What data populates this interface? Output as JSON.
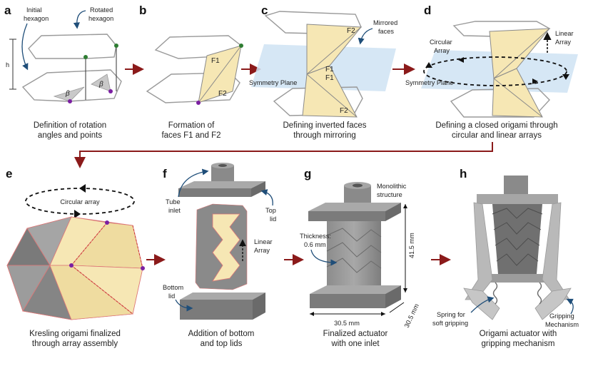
{
  "panels": [
    {
      "letter": "a",
      "caption": [
        "Definition of rotation",
        "angles and points"
      ],
      "labels": {
        "initial": [
          "Initial",
          "hexagon"
        ],
        "rotated": [
          "Rotated",
          "hexagon"
        ],
        "h": "h",
        "beta": "β"
      }
    },
    {
      "letter": "b",
      "caption": [
        "Formation of",
        "faces F1 and F2"
      ],
      "labels": {
        "f1": "F1",
        "f2": "F2"
      }
    },
    {
      "letter": "c",
      "caption": [
        "Defining inverted faces",
        "through mirroring"
      ],
      "labels": {
        "mirrored": [
          "Mirrored",
          "faces"
        ],
        "symmetry": "Symmetry Plane",
        "f1": "F1",
        "f2": "F2"
      }
    },
    {
      "letter": "d",
      "caption": [
        "Defining a closed origami through",
        "circular and linear arrays"
      ],
      "labels": {
        "circular": [
          "Circular",
          "Array"
        ],
        "linear": [
          "Linear",
          "Array"
        ],
        "symmetry": "Symmetry Plane"
      }
    },
    {
      "letter": "e",
      "caption": [
        "Kresling origami finalized",
        "through array assembly"
      ],
      "labels": {
        "circular": "Circular array"
      }
    },
    {
      "letter": "f",
      "caption": [
        "Addition of bottom",
        "and top lids"
      ],
      "labels": {
        "tube": [
          "Tube",
          "inlet"
        ],
        "top": [
          "Top",
          "lid"
        ],
        "bottom": [
          "Bottom",
          "lid"
        ],
        "linear": [
          "Linear",
          "Array"
        ]
      }
    },
    {
      "letter": "g",
      "caption": [
        "Finalized actuator",
        "with one inlet"
      ],
      "labels": {
        "mono": [
          "Monolithic",
          "structure"
        ],
        "thickness": [
          "Thickness:",
          "0.6 mm"
        ],
        "h": "41.5 mm",
        "w": "30.5 mm",
        "d": "30.5 mm"
      }
    },
    {
      "letter": "h",
      "caption": [
        "Origami actuator with",
        "gripping mechanism"
      ],
      "labels": {
        "spring": [
          "Spring for",
          "soft gripping"
        ],
        "grip": [
          "Gripping",
          "Mechanism"
        ]
      }
    }
  ],
  "colors": {
    "arrow": "#8b1a1a",
    "face_fill": "#f6e7b4",
    "plane": "#cfe3f3",
    "outline": "#9a9a9a",
    "grey_dark": "#6f6f6f",
    "grey_mid": "#8d8d8d",
    "grey_light": "#b4b4b4",
    "node_green": "#2e7d32",
    "node_purple": "#7b1fa2",
    "curve_blue": "#1f4e79"
  }
}
